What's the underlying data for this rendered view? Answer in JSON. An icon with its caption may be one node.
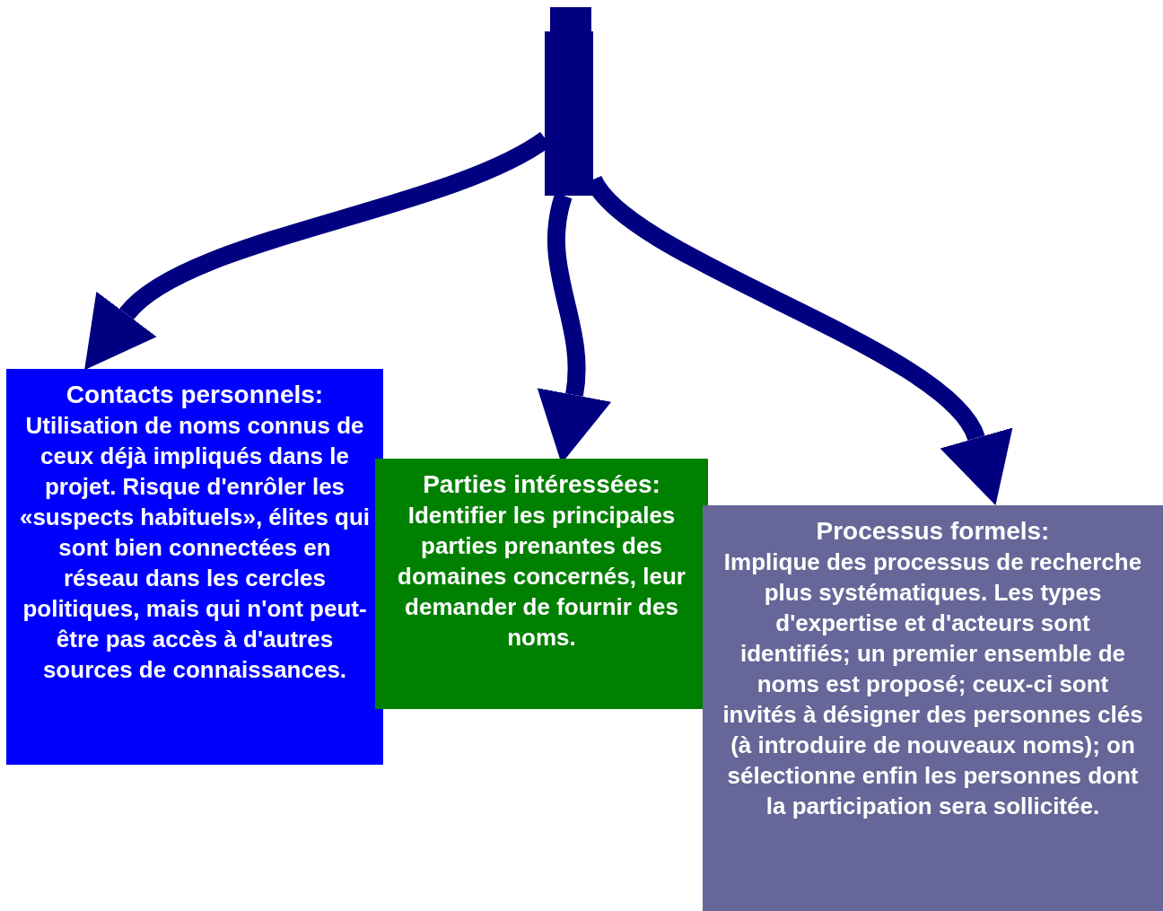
{
  "diagram": {
    "nodes": [
      {
        "text": [],
        "shape": "bar"
      },
      {
        "text": [
          "Contacts personnels:",
          "Utilisation de noms connus de ceux déjà impliqués dans le projet. Risque d'enrôler les «suspects habituels», élites qui sont bien connectées en réseau dans les cercles politiques, mais qui n'ont peut-être pas accès à d'autres sources de connaissances."
        ]
      },
      {
        "text": [
          "Parties intéressées:",
          "Identifier les principales parties prenantes des domaines concernés, leur demander de fournir des noms."
        ]
      },
      {
        "text": [
          "Processus formels:",
          "Implique des processus de recherche plus systématiques. Les types d'expertise et d'acteurs sont identifiés; un premier ensemble de noms est proposé; ceux-ci sont invités à désigner des personnes clés (à introduire de nouveaux noms); on sélectionne enfin les personnes dont la participation sera sollicitée."
        ]
      }
    ],
    "edges": [
      {
        "from": 0,
        "to": 1,
        "arrow": "to"
      },
      {
        "from": 0,
        "to": 2,
        "arrow": "to"
      },
      {
        "from": 0,
        "to": 3,
        "arrow": "to"
      }
    ]
  }
}
